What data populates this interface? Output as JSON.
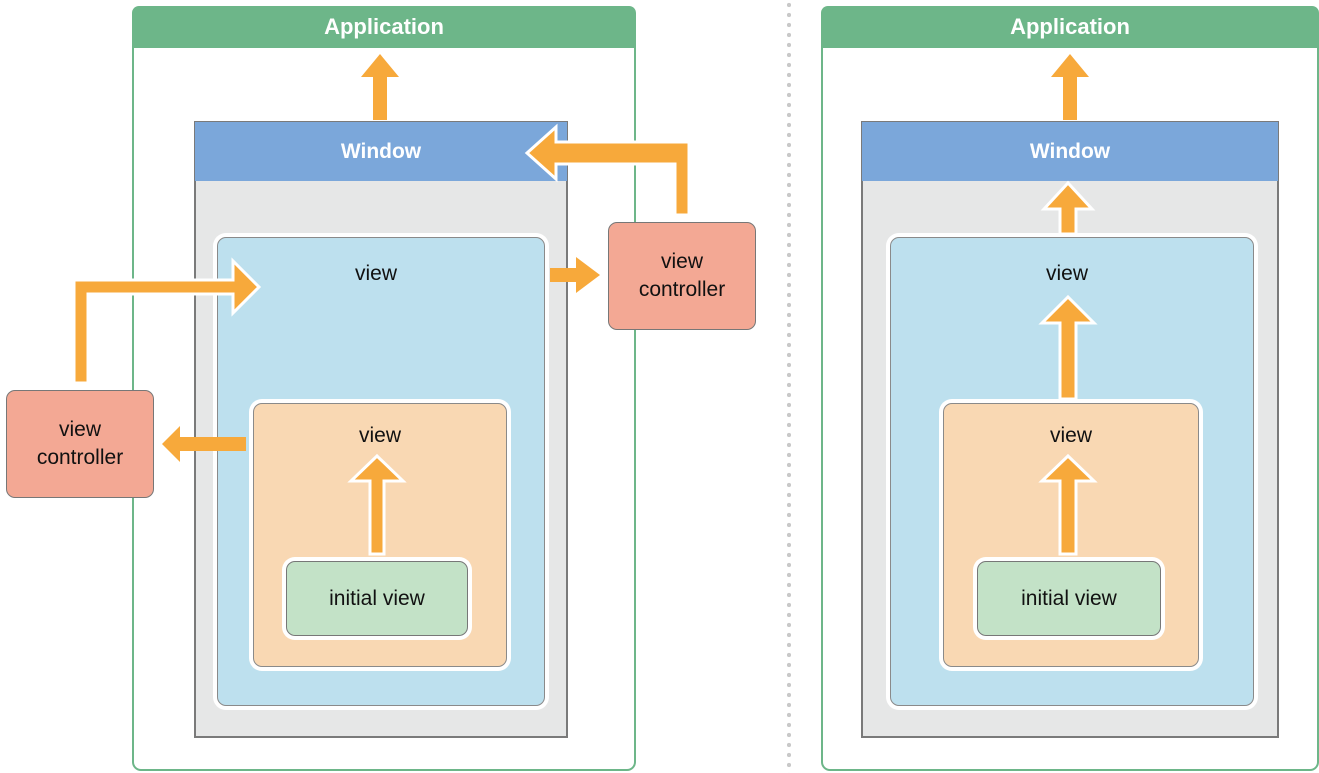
{
  "left": {
    "application": "Application",
    "window": "Window",
    "view_outer": "view",
    "view_inner": "view",
    "initial_view": "initial view",
    "view_controller_right": "view controller",
    "view_controller_left": "view controller"
  },
  "right": {
    "application": "Application",
    "window": "Window",
    "view_outer": "view",
    "view_inner": "view",
    "initial_view": "initial view"
  },
  "colors": {
    "application_green": "#6db689",
    "window_blue": "#7ba7da",
    "window_fill": "#e6e7e7",
    "view_blue": "#bde0ee",
    "view_orange": "#f9d8b3",
    "initial_view_green": "#c3e2c7",
    "view_controller_red": "#f3a894",
    "arrow_orange": "#f7a93b"
  }
}
